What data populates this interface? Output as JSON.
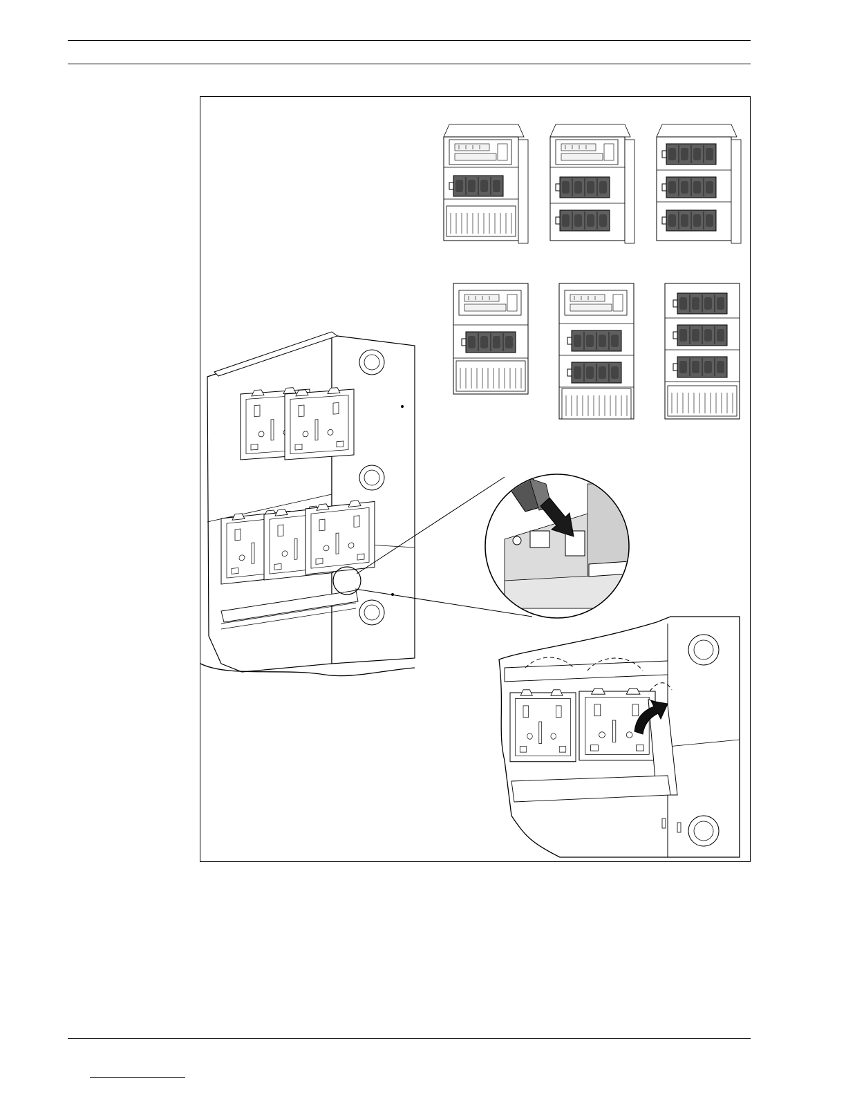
{
  "page": {
    "header_rules": 2,
    "footer_rules": 1
  },
  "figure": {
    "panel_variants": [
      {
        "id": "A",
        "rows": [
          "controller",
          "module-rack"
        ]
      },
      {
        "id": "B",
        "rows": [
          "controller",
          "module-rack",
          "module-rack"
        ]
      },
      {
        "id": "C",
        "rows": [
          "module-rack",
          "module-rack",
          "module-rack"
        ]
      },
      {
        "id": "D",
        "rows": [
          "controller",
          "module-rack"
        ]
      },
      {
        "id": "E",
        "rows": [
          "controller",
          "module-rack",
          "module-rack"
        ]
      },
      {
        "id": "F",
        "rows": [
          "module-rack",
          "module-rack",
          "module-rack"
        ]
      }
    ],
    "icons": [
      "push-down-arrow-icon",
      "rotate-up-arrow-icon",
      "magnifier-callout"
    ],
    "colors": {
      "line": "#000000",
      "module_fill": "#5a5a5a",
      "detail_fill": "#d9d9d9"
    }
  }
}
